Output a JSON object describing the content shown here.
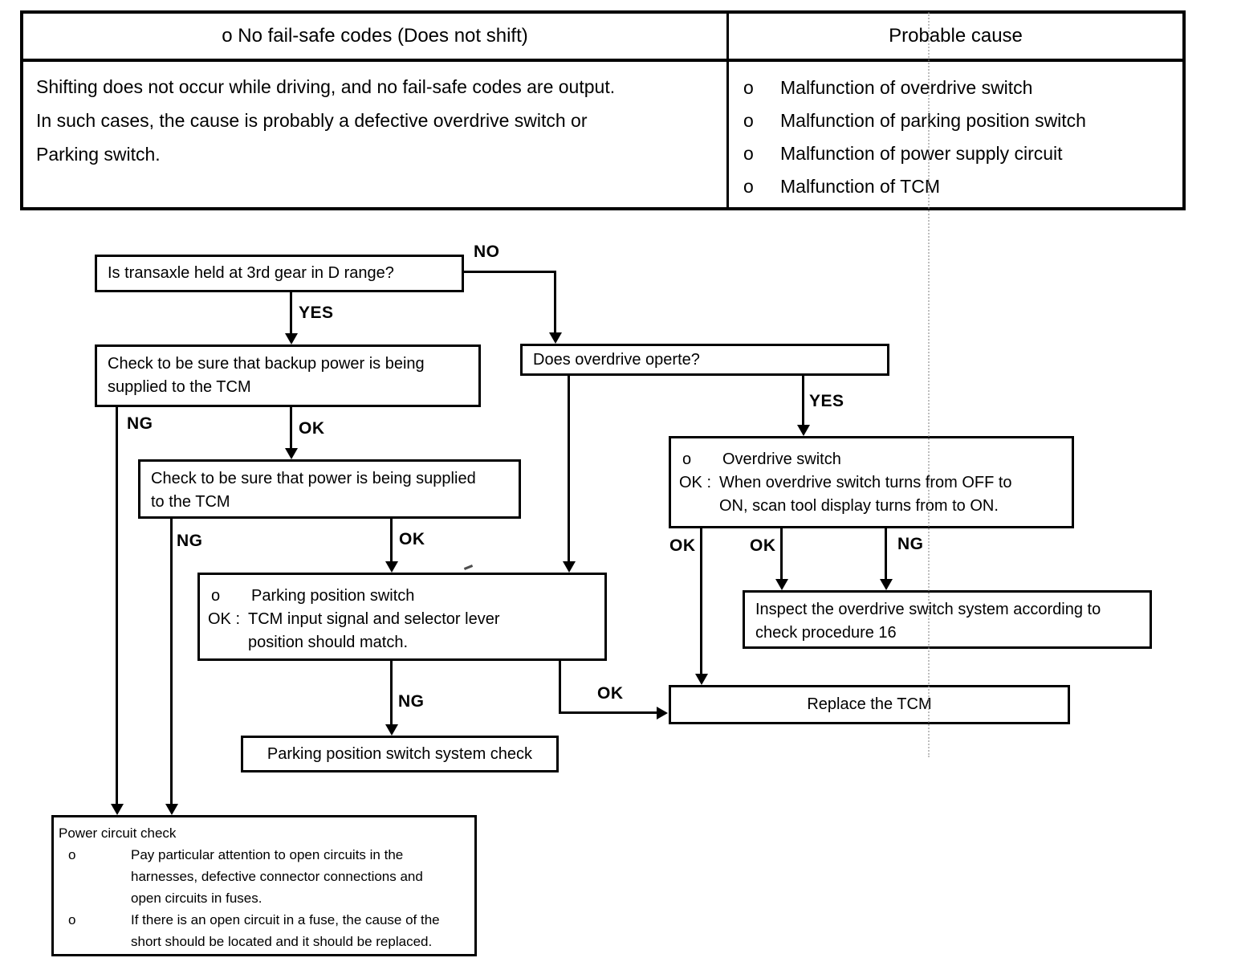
{
  "table": {
    "bullet": "o",
    "header_left": "o No fail-safe codes (Does not shift)",
    "header_right": "Probable cause",
    "description_lines": [
      "Shifting does not occur while driving, and no fail-safe codes are output.",
      "In such cases, the cause is probably a defective overdrive switch or",
      "Parking switch."
    ],
    "causes": [
      "Malfunction of overdrive switch",
      "Malfunction of parking position switch",
      "Malfunction of power supply circuit",
      "Malfunction of TCM"
    ]
  },
  "flowchart": {
    "q_transaxle": "Is transaxle held at 3rd gear in D range?",
    "q_backup_lines": [
      "Check to be sure that backup power is being",
      "supplied to the TCM"
    ],
    "q_power_lines": [
      "Check to be sure that power is being supplied",
      "to the TCM"
    ],
    "q_overdrive": "Does overdrive operte?",
    "overdrive_info": {
      "bullet": "o",
      "item": "Overdrive switch",
      "ok_prefix": "OK :",
      "ok_lines": [
        "When overdrive switch turns from OFF to",
        "ON, scan tool display turns from to ON."
      ]
    },
    "parking_info": {
      "bullet": "o",
      "item": "Parking position switch",
      "ok_prefix": "OK :",
      "ok_lines": [
        "TCM input signal and selector lever",
        "position should match."
      ]
    },
    "inspect_lines": [
      "Inspect the overdrive switch system according to",
      "check procedure 16"
    ],
    "replace_tcm": "Replace the TCM",
    "parking_check": "Parking position switch system check",
    "power_circuit": {
      "title": "Power circuit check",
      "bullet": "o",
      "item1_lines": [
        "Pay particular attention to open circuits in the",
        "harnesses, defective connector connections and",
        "open circuits in fuses."
      ],
      "item2_lines": [
        "If there is an open circuit in a fuse, the cause of the",
        "short should be located and it should be replaced."
      ]
    },
    "labels": {
      "yes": "YES",
      "no": "NO",
      "ok": "OK",
      "ng": "NG"
    }
  }
}
